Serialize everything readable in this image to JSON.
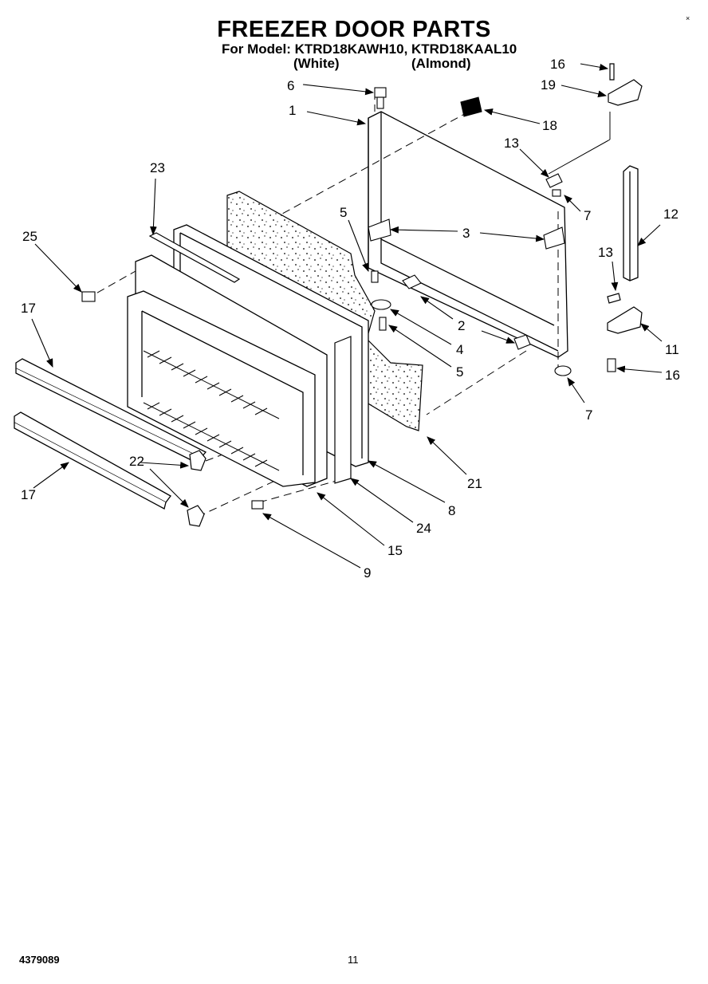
{
  "header": {
    "title": "FREEZER DOOR PARTS",
    "model_line": "For Model: KTRD18KAWH10, KTRD18KAAL10",
    "variant_white": "(White)",
    "variant_almond": "(Almond)"
  },
  "corner_mark": "×",
  "callouts": {
    "c1": "1",
    "c2": "2",
    "c3": "3",
    "c4": "4",
    "c5a": "5",
    "c5b": "5",
    "c6": "6",
    "c7a": "7",
    "c7b": "7",
    "c8": "8",
    "c9": "9",
    "c11": "11",
    "c12": "12",
    "c13a": "13",
    "c13b": "13",
    "c15": "15",
    "c16a": "16",
    "c16b": "16",
    "c17a": "17",
    "c17b": "17",
    "c18": "18",
    "c19": "19",
    "c21": "21",
    "c22": "22",
    "c23": "23",
    "c24": "24",
    "c25": "25"
  },
  "footer": {
    "doc_number": "4379089",
    "page_number": "11"
  }
}
